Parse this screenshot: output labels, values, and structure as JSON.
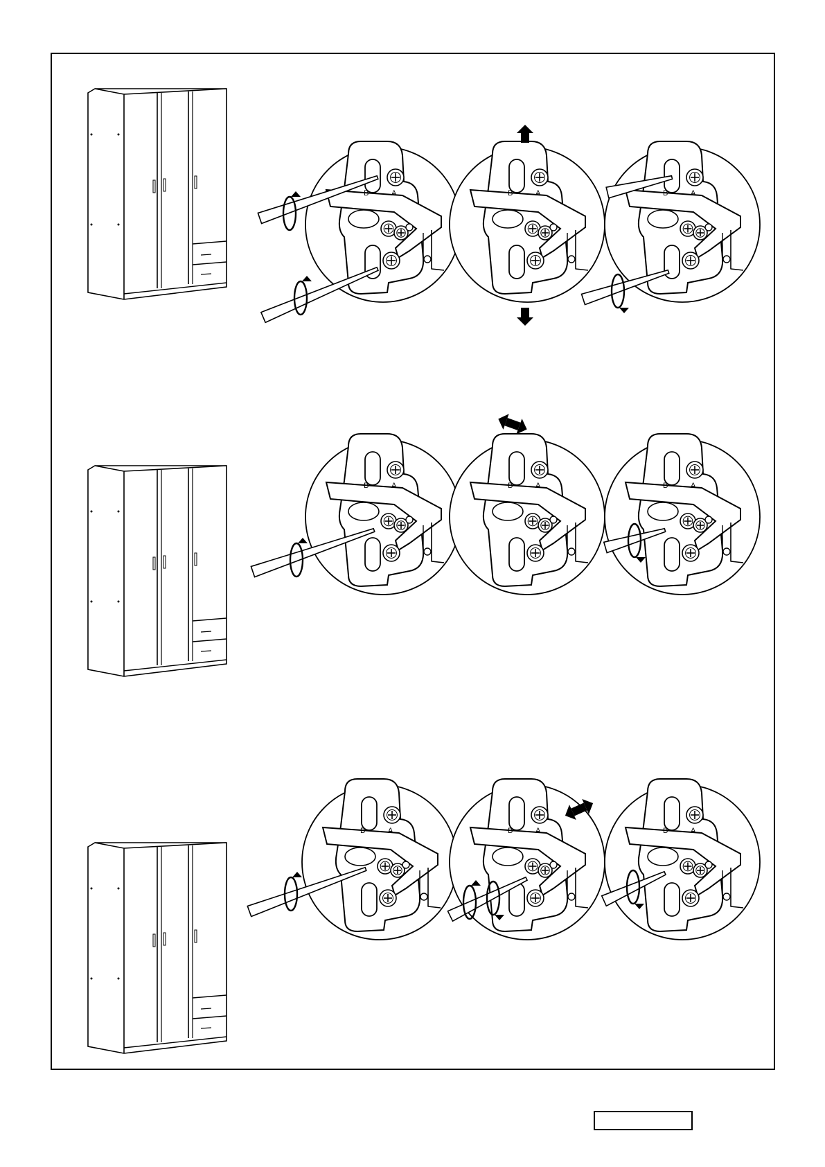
{
  "document": {
    "type": "assembly-instruction-page",
    "subject": "wardrobe door hinge adjustment",
    "page_label": "",
    "steps": [
      {
        "id": "vertical",
        "wardrobe_icon": "wardrobe-icon",
        "adjust_icon": "arrow-up-down-icon",
        "panels": [
          {
            "screwdrivers": 2,
            "rotation": "counterclockwise"
          },
          {
            "screwdrivers": 0,
            "rotation": "none"
          },
          {
            "screwdrivers": 2,
            "rotation": "clockwise"
          }
        ]
      },
      {
        "id": "depth",
        "wardrobe_icon": "wardrobe-icon",
        "adjust_icon": "arrow-left-right-icon",
        "panels": [
          {
            "screwdrivers": 1,
            "rotation": "counterclockwise"
          },
          {
            "screwdrivers": 0,
            "rotation": "none"
          },
          {
            "screwdrivers": 1,
            "rotation": "clockwise"
          }
        ]
      },
      {
        "id": "side",
        "wardrobe_icon": "wardrobe-icon",
        "adjust_icon": "arrow-diagonal-icon",
        "panels": [
          {
            "screwdrivers": 1,
            "rotation": "counterclockwise"
          },
          {
            "screwdrivers": 1,
            "rotation": "both"
          },
          {
            "screwdrivers": 1,
            "rotation": "clockwise"
          }
        ]
      }
    ],
    "ink_color": "#000000",
    "paper_color": "#ffffff",
    "hinge_labels": [
      "B",
      "A"
    ]
  }
}
